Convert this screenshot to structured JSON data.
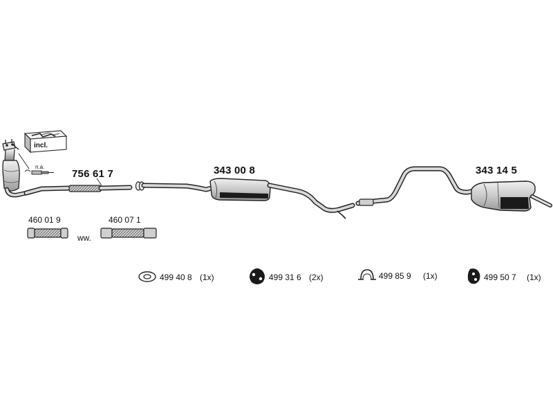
{
  "diagram": {
    "part_labels": {
      "front_pipe": "756 61 7",
      "centre_silencer": "343 00 8",
      "rear_silencer": "343 14 5",
      "flex_pipe_a": "460 01 9",
      "flex_pipe_b": "460 07 1"
    },
    "ww_label": "ww.",
    "na_label": "n.a.",
    "incl_label": "incl.",
    "accessories": [
      {
        "code": "499 40 8",
        "qty": "(1x)",
        "icon": "gasket-ring-icon"
      },
      {
        "code": "499 31 6",
        "qty": "(2x)",
        "icon": "rubber-mount-icon"
      },
      {
        "code": "499 85 9",
        "qty": "(1x)",
        "icon": "clamp-icon"
      },
      {
        "code": "499 50 7",
        "qty": "(1x)",
        "icon": "hanger-icon"
      }
    ],
    "colors": {
      "line": "#222222",
      "fill_light": "#cfcfcf",
      "fill_dark": "#1a1a1a"
    }
  }
}
